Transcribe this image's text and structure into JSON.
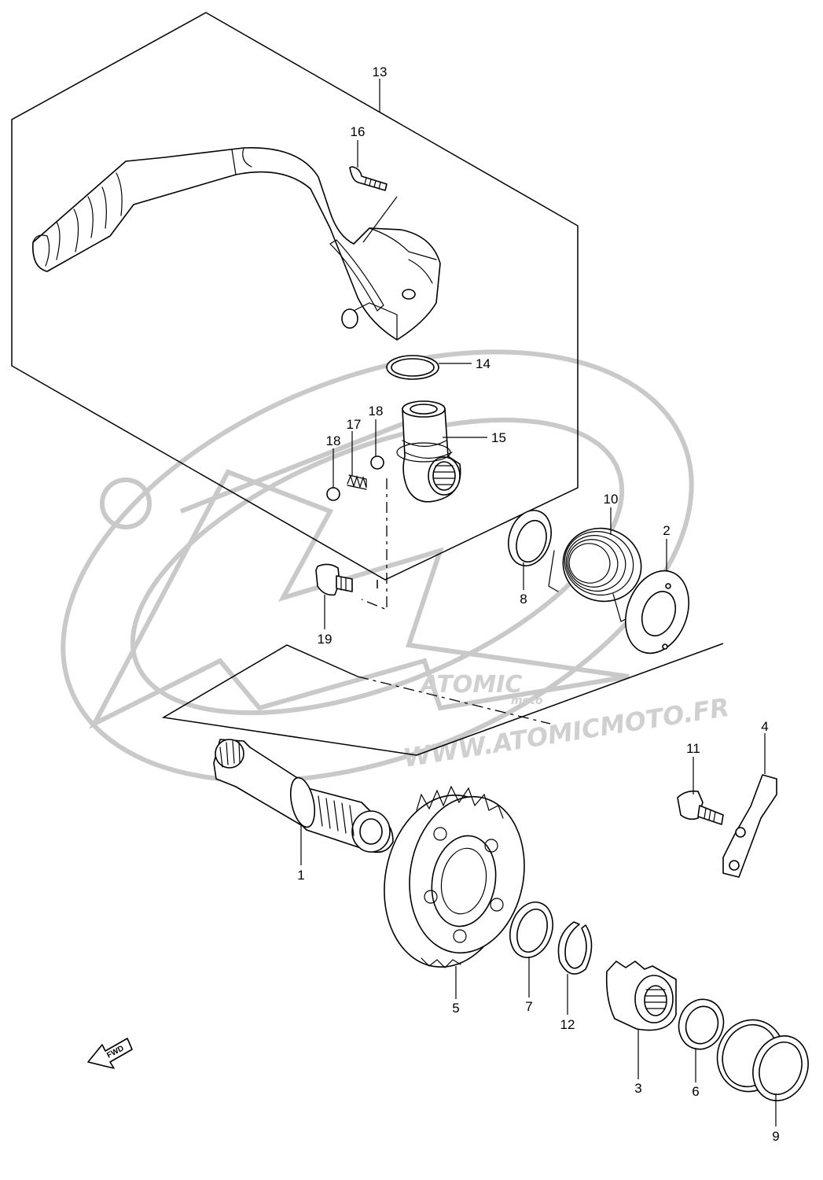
{
  "watermark": {
    "brand": "ATOMIC",
    "brand_sub": "moto",
    "url": "WWW.ATOMICMOTO.FR",
    "color": "#cfcfcf"
  },
  "fwd_arrow": {
    "label": "FWD"
  },
  "parts": [
    {
      "id": "part-1",
      "num": "1"
    },
    {
      "id": "part-2",
      "num": "2"
    },
    {
      "id": "part-3",
      "num": "3"
    },
    {
      "id": "part-4",
      "num": "4"
    },
    {
      "id": "part-5",
      "num": "5"
    },
    {
      "id": "part-6",
      "num": "6"
    },
    {
      "id": "part-7",
      "num": "7"
    },
    {
      "id": "part-8",
      "num": "8"
    },
    {
      "id": "part-9",
      "num": "9"
    },
    {
      "id": "part-10",
      "num": "10"
    },
    {
      "id": "part-11",
      "num": "11"
    },
    {
      "id": "part-12",
      "num": "12"
    },
    {
      "id": "part-13",
      "num": "13"
    },
    {
      "id": "part-14",
      "num": "14"
    },
    {
      "id": "part-15",
      "num": "15"
    },
    {
      "id": "part-16",
      "num": "16"
    },
    {
      "id": "part-17",
      "num": "17"
    },
    {
      "id": "part-18a",
      "num": "18"
    },
    {
      "id": "part-18b",
      "num": "18"
    },
    {
      "id": "part-19",
      "num": "19"
    }
  ]
}
